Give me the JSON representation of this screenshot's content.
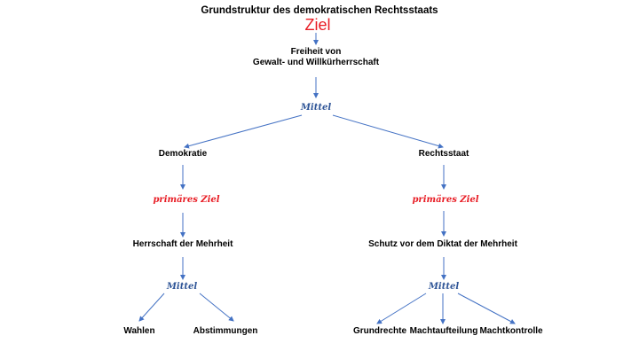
{
  "title": "Grundstruktur des demokratischen Rechtsstaats",
  "goal_label": "Ziel",
  "goal": {
    "line1": "Freiheit von",
    "line2": "Gewalt- und Willkürherrschaft"
  },
  "means_label": "Mittel",
  "primary_goal_label": "primäres Ziel",
  "left": {
    "pillar": "Demokratie",
    "primary_goal": "Herrschaft der Mehrheit",
    "means": [
      "Wahlen",
      "Abstimmungen"
    ]
  },
  "right": {
    "pillar": "Rechtsstaat",
    "primary_goal": "Schutz vor dem Diktat der Mehrheit",
    "means": [
      "Grundrechte",
      "Machtaufteilung",
      "Machtkontrolle"
    ]
  },
  "colors": {
    "red": "#e81c24",
    "blue": "#2f5597",
    "arrow": "#4472c4"
  }
}
